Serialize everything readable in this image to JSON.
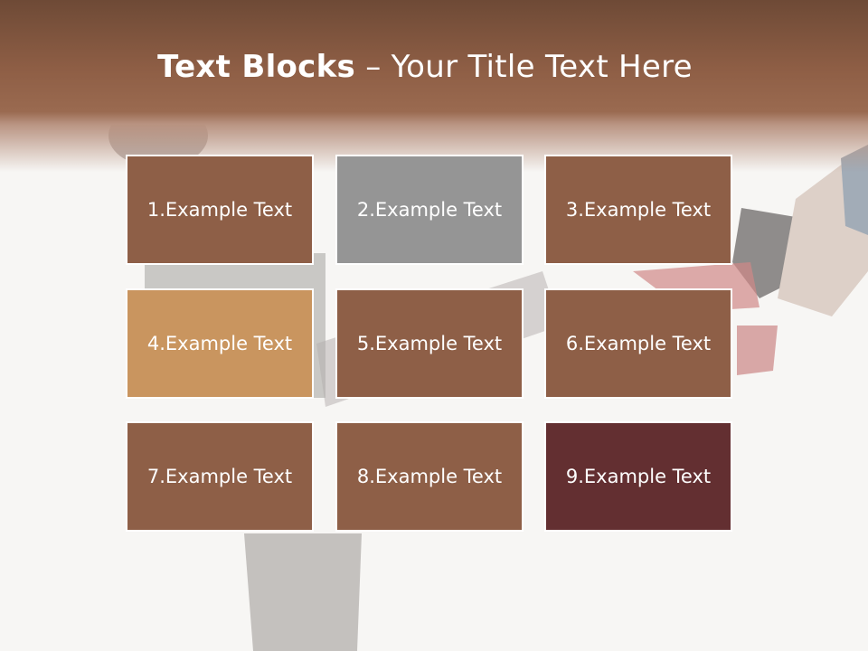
{
  "slide": {
    "title_bold": "Text Blocks",
    "title_dash": "–",
    "title_rest": "Your Title Text Here"
  },
  "blocks": [
    {
      "label": "1.Example Text",
      "color": "#8e5f47"
    },
    {
      "label": "2.Example Text",
      "color": "#959595"
    },
    {
      "label": "3.Example Text",
      "color": "#8e5f47"
    },
    {
      "label": "4.Example Text",
      "color": "#c9955f"
    },
    {
      "label": "5.Example Text",
      "color": "#8e5f47"
    },
    {
      "label": "6.Example Text",
      "color": "#8e5f47"
    },
    {
      "label": "7.Example Text",
      "color": "#8e5f47"
    },
    {
      "label": "8.Example Text",
      "color": "#8e5f47"
    },
    {
      "label": "9.Example Text",
      "color": "#632f31"
    }
  ]
}
